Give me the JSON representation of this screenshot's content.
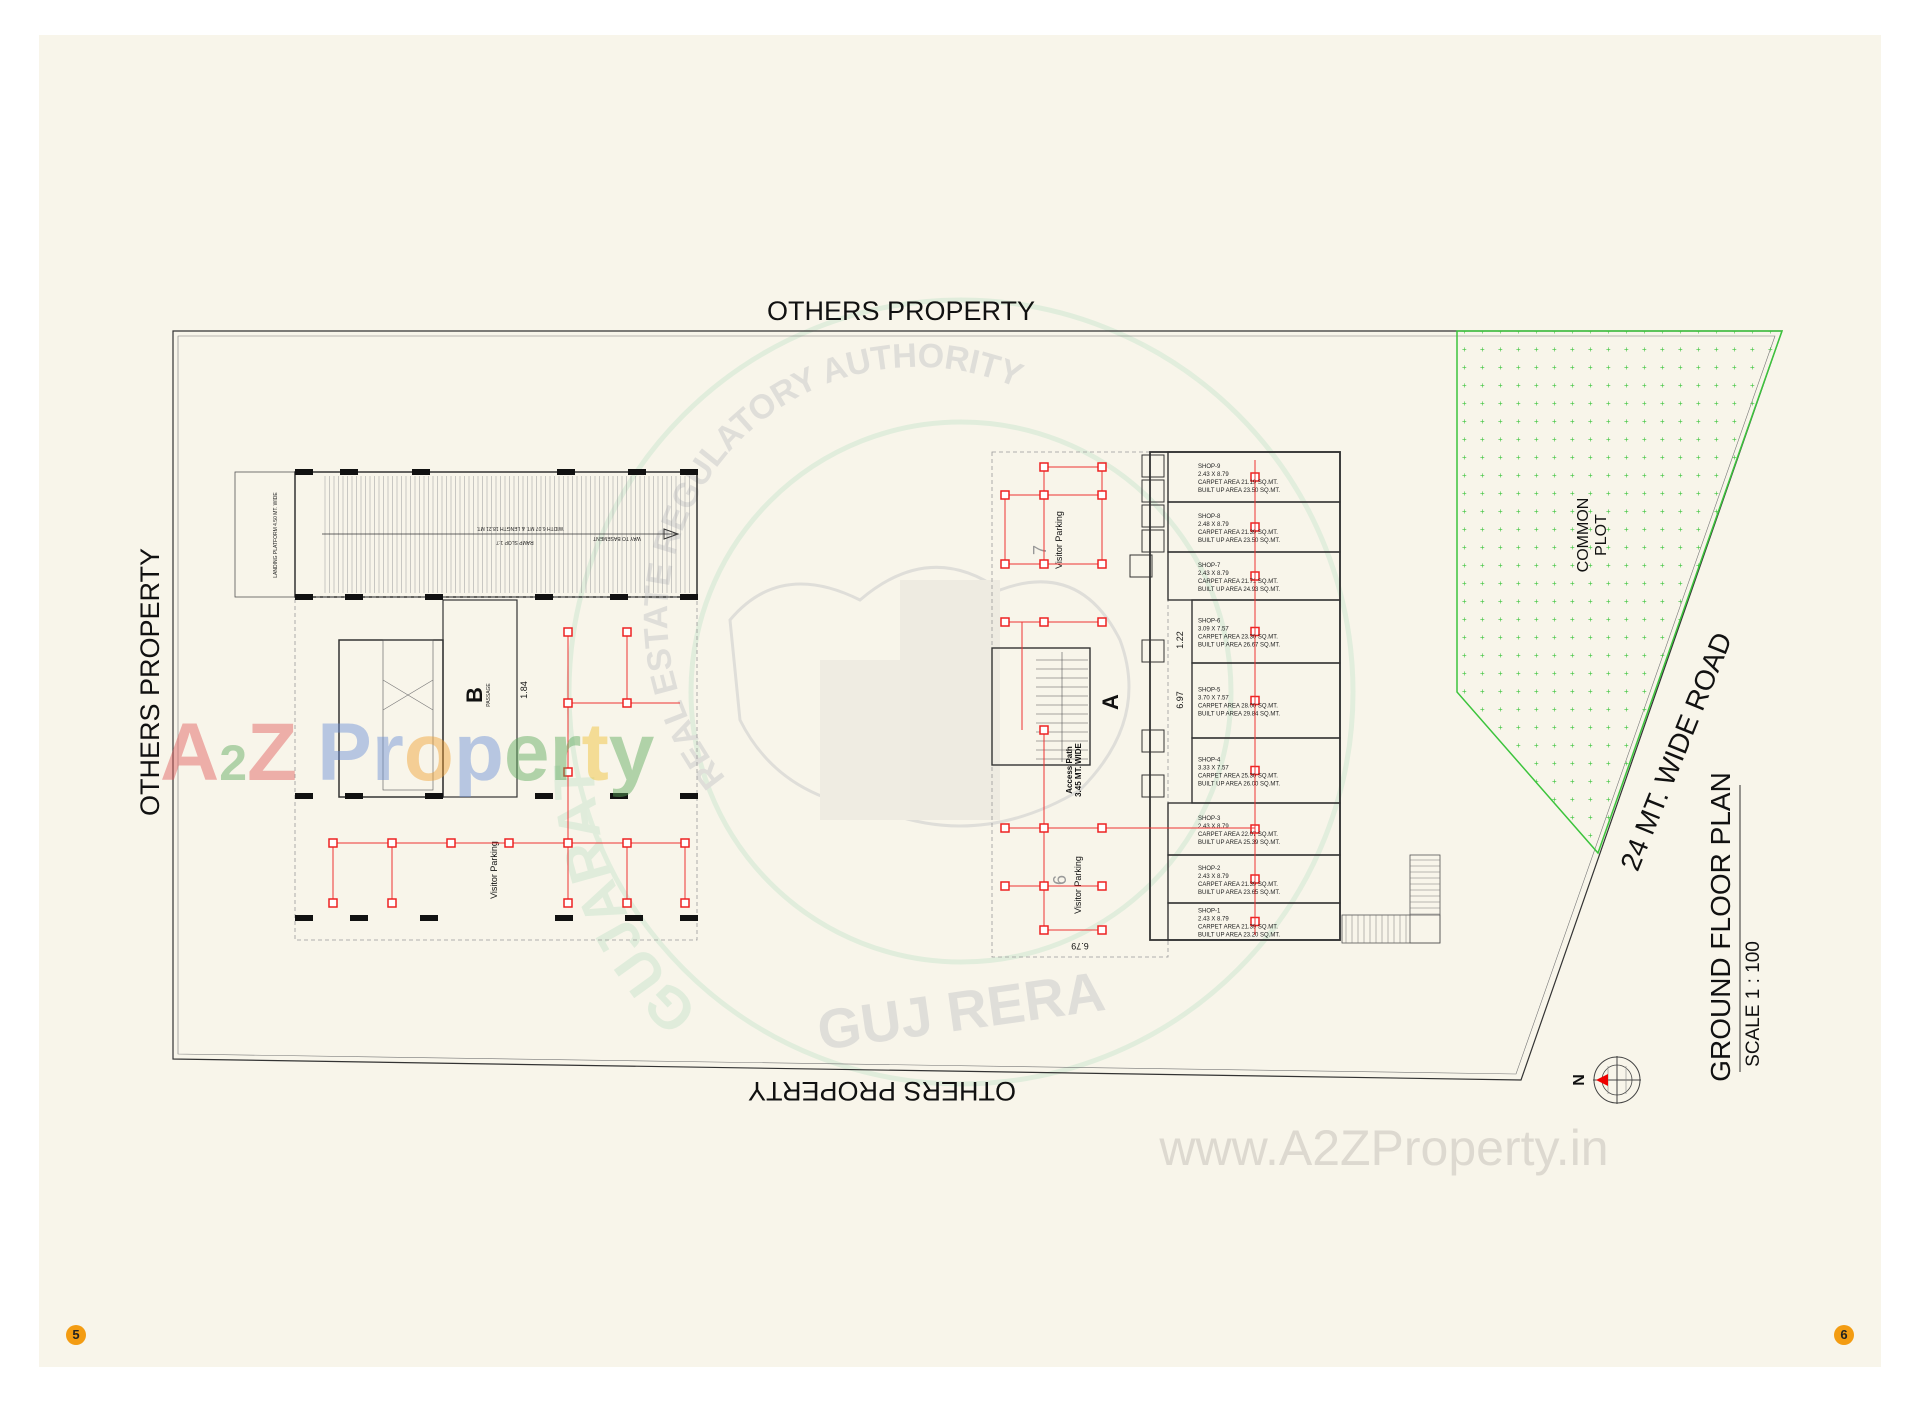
{
  "boundary_labels": {
    "top": "OTHERS PROPERTY",
    "left": "OTHERS PROPERTY",
    "bottom": "OTHERS PROPERTY"
  },
  "common_plot": {
    "label_line1": "COMMON",
    "label_line2": "PLOT",
    "color": "#3cc43c"
  },
  "road_label": "24 MT. WIDE ROAD",
  "title": {
    "main": "GROUND FLOOR PLAN",
    "scale": "SCALE 1 : 100"
  },
  "compass": {
    "label": "N"
  },
  "building_b": {
    "label": "B",
    "passage": "PASSAGE",
    "ramp_dims": "WIDTH 6.07 MT. & LENGTH 18.21 MT.",
    "ramp_slope": "RAMP SLOP 1:7",
    "way_to_basement": "WAY TO BASEMENT",
    "landing": "LANDING PLATFORM 4.50 MT. WIDE",
    "visitor_parking": "Visitor Parking",
    "dimension": "1.84"
  },
  "building_a": {
    "label": "A",
    "access_path_1": "Access Path",
    "access_path_2": "3.45 MT. WIDE",
    "visitor_parking_7": "Visitor Parking",
    "parking_no_7": "7",
    "visitor_parking_6": "Visitor Parking",
    "parking_no_6": "6",
    "dim_1": "6.97",
    "dim_2": "1.22",
    "dim_3": "6.79",
    "shops": [
      {
        "name": "SHOP-9",
        "size": "2.43 X 8.79",
        "carpet": "CARPET AREA 21.19 SQ.MT.",
        "builtup": "BUILT UP AREA 23.50 SQ.MT."
      },
      {
        "name": "SHOP-8",
        "size": "2.48 X 8.79",
        "carpet": "CARPET AREA 21.39 SQ.MT.",
        "builtup": "BUILT UP AREA 23.50 SQ.MT."
      },
      {
        "name": "SHOP-7",
        "size": "2.43 X 8.79",
        "carpet": "CARPET AREA 21.71 SQ.MT.",
        "builtup": "BUILT UP AREA 24.93 SQ.MT."
      },
      {
        "name": "SHOP-6",
        "size": "3.09 X 7.57",
        "carpet": "CARPET AREA 23.30 SQ.MT.",
        "builtup": "BUILT UP AREA 26.67 SQ.MT."
      },
      {
        "name": "SHOP-5",
        "size": "3.70 X 7.57",
        "carpet": "CARPET AREA 28.00 SQ.MT.",
        "builtup": "BUILT UP AREA 29.84 SQ.MT."
      },
      {
        "name": "SHOP-4",
        "size": "3.33 X 7.57",
        "carpet": "CARPET AREA 25.30 SQ.MT.",
        "builtup": "BUILT UP AREA 26.00 SQ.MT."
      },
      {
        "name": "SHOP-3",
        "size": "2.43 X 8.79",
        "carpet": "CARPET AREA 22.07 SQ.MT.",
        "builtup": "BUILT UP AREA 25.39 SQ.MT."
      },
      {
        "name": "SHOP-2",
        "size": "2.43 X 8.79",
        "carpet": "CARPET AREA 21.39 SQ.MT.",
        "builtup": "BUILT UP AREA 23.65 SQ.MT."
      },
      {
        "name": "SHOP-1",
        "size": "2.43 X 8.79",
        "carpet": "CARPET AREA 21.39 SQ.MT.",
        "builtup": "BUILT UP AREA 23.20 SQ.MT."
      }
    ]
  },
  "watermarks": {
    "seal_top": "REAL ESTATE REGULATORY AUTHORITY",
    "seal_left": "GUJARAT",
    "seal_bottom": "GUJ RERA",
    "logo": "A2Z Property",
    "url": "www.A2ZProperty.in"
  },
  "page_numbers": {
    "left": "5",
    "right": "6",
    "color": "#f39c12"
  }
}
